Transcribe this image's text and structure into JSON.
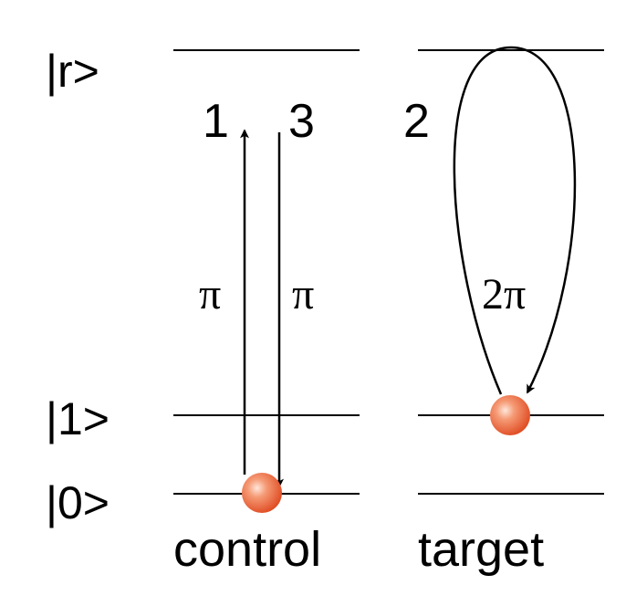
{
  "levels": {
    "r": "|r>",
    "one": "|1>",
    "zero": "|0>"
  },
  "steps": {
    "s1": "1",
    "s2": "2",
    "s3": "3"
  },
  "phases": {
    "control_up": "π",
    "control_down": "π",
    "target_loop": "2π"
  },
  "columns": {
    "control": "control",
    "target": "target"
  },
  "colors": {
    "atom": "#e8542a",
    "atom_highlight": "#ffd9c9",
    "lines": "#000000"
  }
}
